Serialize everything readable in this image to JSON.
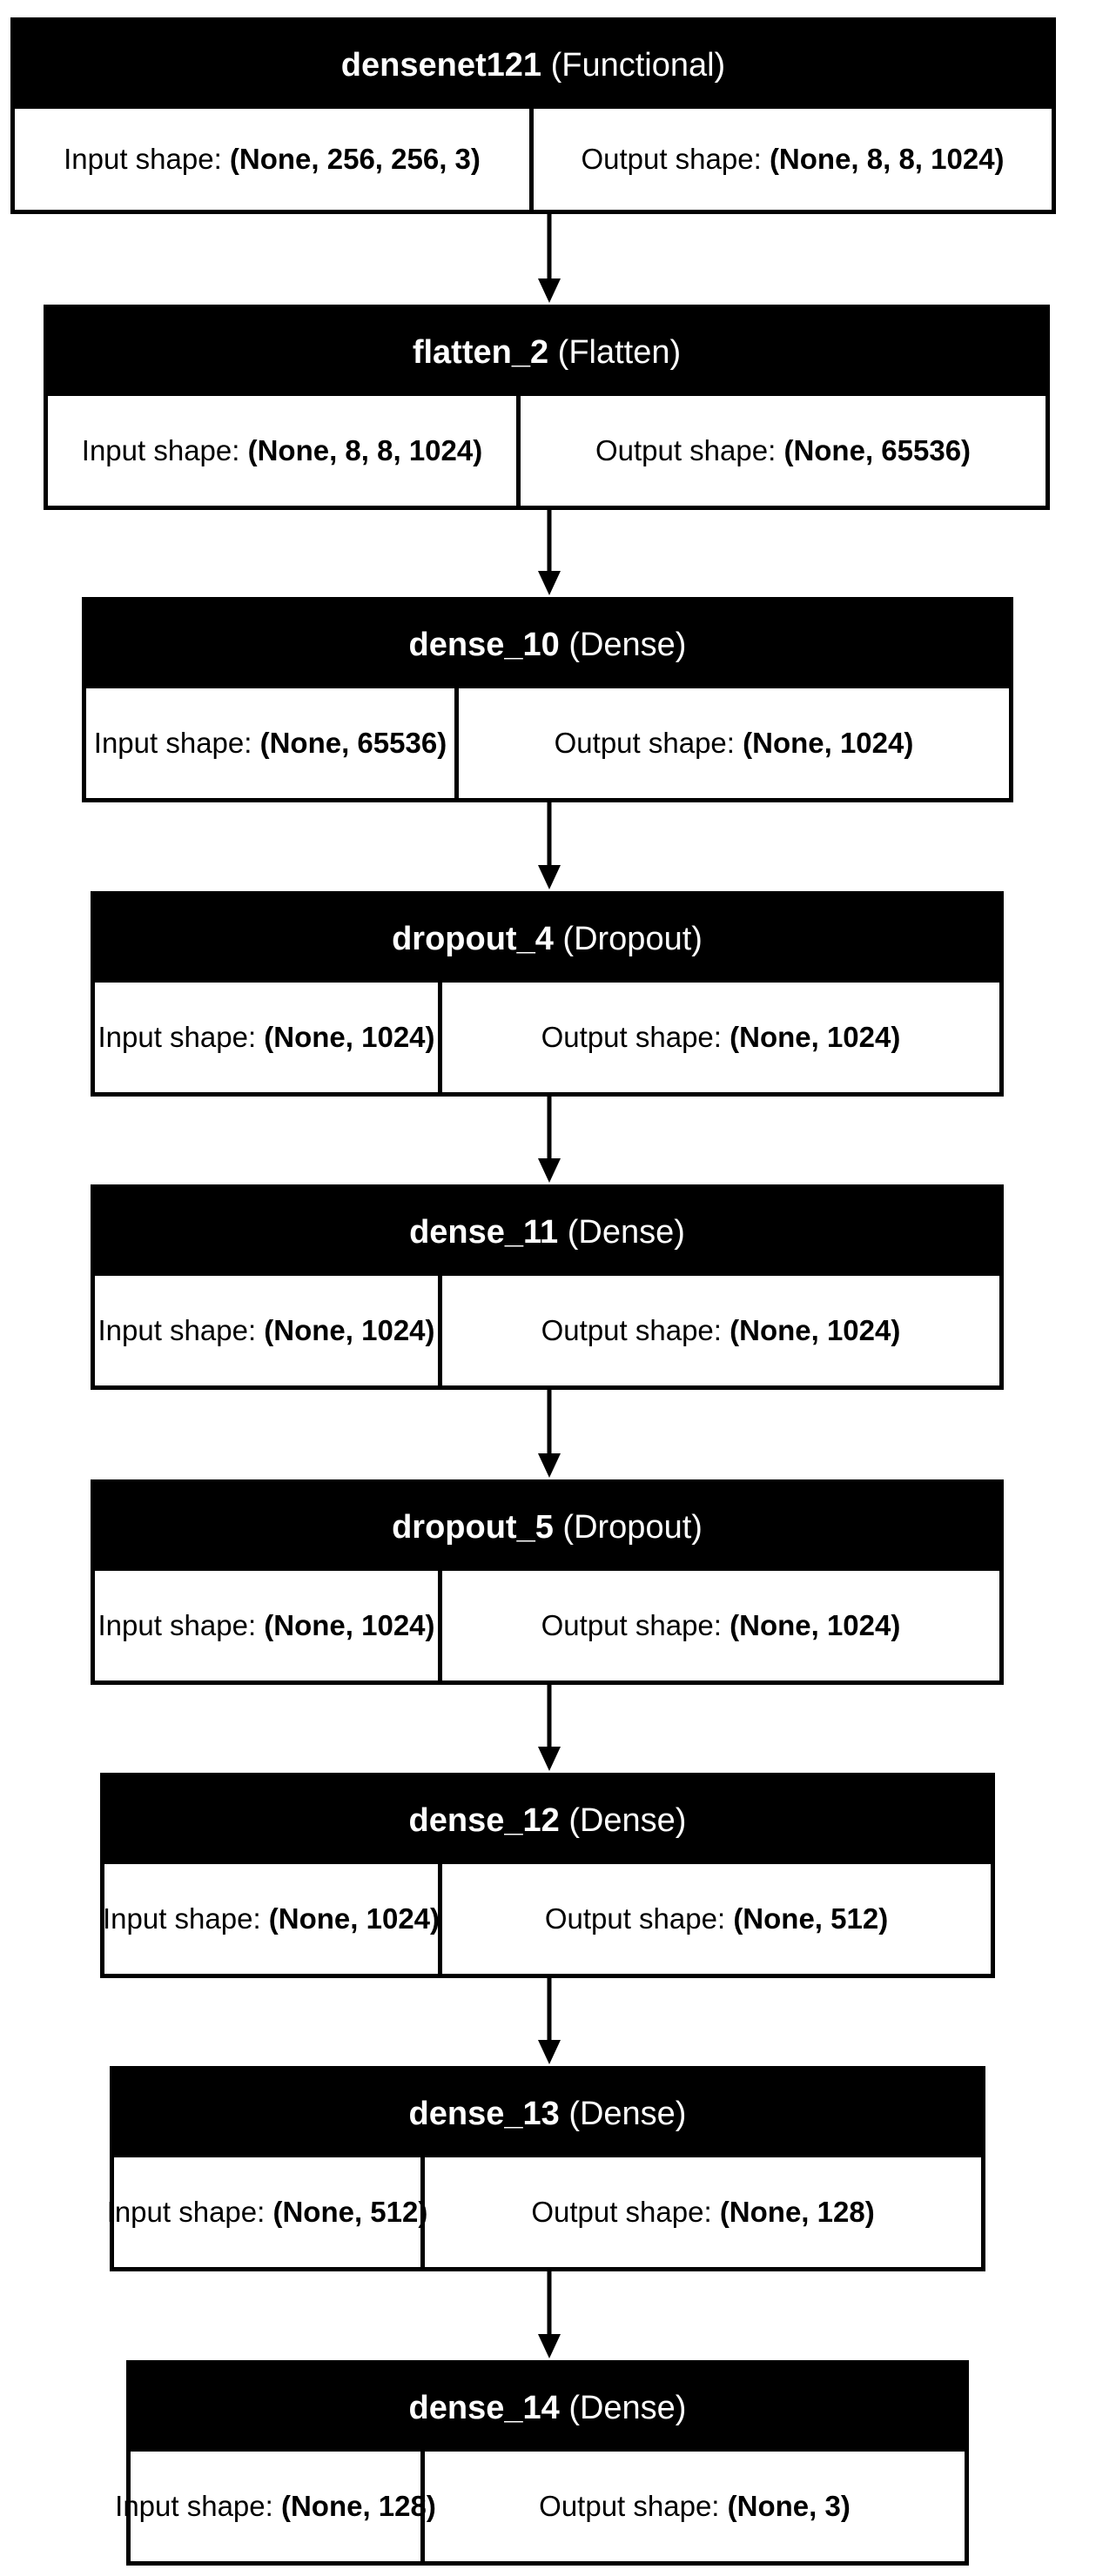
{
  "labels": {
    "input_prefix": "Input shape:",
    "output_prefix": "Output shape:"
  },
  "layers": [
    {
      "name": "densenet121",
      "type": "(Functional)",
      "input_shape": "(None, 256, 256, 3)",
      "output_shape": "(None, 8, 8, 1024)"
    },
    {
      "name": "flatten_2",
      "type": "(Flatten)",
      "input_shape": "(None, 8, 8, 1024)",
      "output_shape": "(None, 65536)"
    },
    {
      "name": "dense_10",
      "type": "(Dense)",
      "input_shape": "(None, 65536)",
      "output_shape": "(None, 1024)"
    },
    {
      "name": "dropout_4",
      "type": "(Dropout)",
      "input_shape": "(None, 1024)",
      "output_shape": "(None, 1024)"
    },
    {
      "name": "dense_11",
      "type": "(Dense)",
      "input_shape": "(None, 1024)",
      "output_shape": "(None, 1024)"
    },
    {
      "name": "dropout_5",
      "type": "(Dropout)",
      "input_shape": "(None, 1024)",
      "output_shape": "(None, 1024)"
    },
    {
      "name": "dense_12",
      "type": "(Dense)",
      "input_shape": "(None, 1024)",
      "output_shape": "(None, 512)"
    },
    {
      "name": "dense_13",
      "type": "(Dense)",
      "input_shape": "(None, 512)",
      "output_shape": "(None, 128)"
    },
    {
      "name": "dense_14",
      "type": "(Dense)",
      "input_shape": "(None, 128)",
      "output_shape": "(None, 3)"
    }
  ],
  "colors": {
    "node_header": "#000000",
    "node_header_text": "#ffffff",
    "node_border": "#000000",
    "edge": "#000000",
    "background": "#ffffff"
  }
}
